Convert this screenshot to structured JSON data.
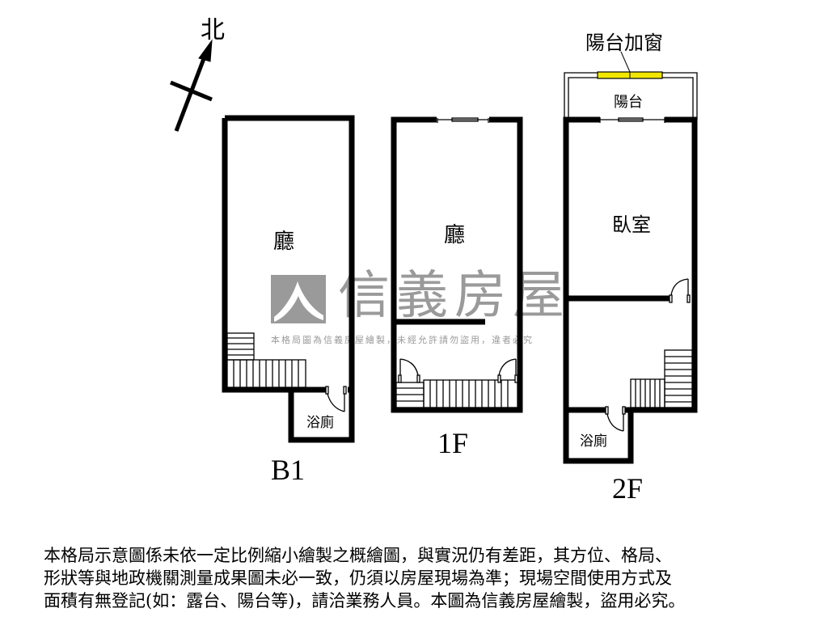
{
  "compass": {
    "north_label": "北",
    "icon": "north-arrow-icon"
  },
  "floors": [
    {
      "id": "B1",
      "floor_label": "B1",
      "rooms": [
        {
          "name": "廳",
          "type": "living-room"
        },
        {
          "name": "浴廁",
          "type": "bathroom"
        }
      ],
      "features": [
        "stairs",
        "door"
      ]
    },
    {
      "id": "1F",
      "floor_label": "1F",
      "rooms": [
        {
          "name": "廳",
          "type": "living-room"
        }
      ],
      "features": [
        "window",
        "partition-wall",
        "stairs",
        "door",
        "door"
      ]
    },
    {
      "id": "2F",
      "floor_label": "2F",
      "rooms": [
        {
          "name": "陽台",
          "type": "balcony"
        },
        {
          "name": "臥室",
          "type": "bedroom"
        },
        {
          "name": "浴廁",
          "type": "bathroom"
        }
      ],
      "annotation": "陽台加窗",
      "features": [
        "balcony-window",
        "window",
        "door",
        "door",
        "stairs"
      ]
    }
  ],
  "watermark": {
    "brand": "信義房屋",
    "notice": "本格局圖為信義房屋繪製，未經允許請勿盜用，違者必究"
  },
  "disclaimer": {
    "lines": [
      "本格局示意圖係未依一定比例縮小繪製之概繪圖，與實況仍有差距，其方位、格局、",
      "形狀等與地政機關測量成果圖未必一致，仍須以房屋現場為準；現場空間使用方式及",
      "面積有無登記(如：露台、陽台等)，請洽業務人員。本圖為信義房屋繪製，盜用必究。"
    ]
  },
  "colors": {
    "wall": "#000000",
    "watermark": "#9a9a9a",
    "balcony_window": "#f2e600",
    "background": "#ffffff"
  }
}
